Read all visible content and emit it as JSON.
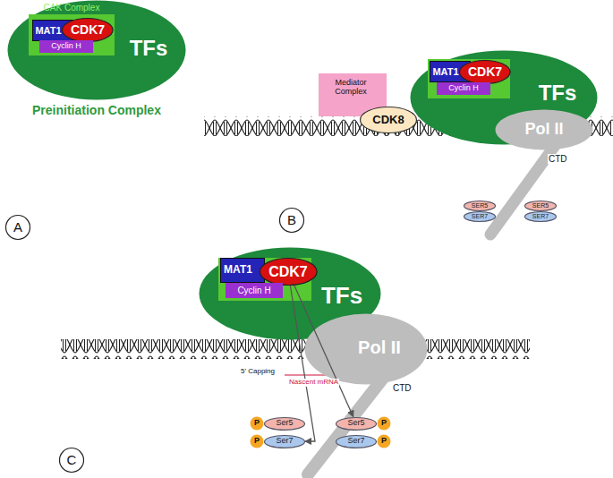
{
  "diagram": {
    "nodes": [
      {
        "text": [
          "TFs",
          "Preinitiation Complex"
        ]
      },
      {
        "text": [
          "CAK Complex"
        ],
        "in": 0
      },
      {
        "text": [
          "MAT1"
        ],
        "in": 1
      },
      {
        "text": [
          "CDK7"
        ],
        "in": 1
      },
      {
        "text": [
          "Cyclin H"
        ],
        "in": 1
      },
      {
        "text": [
          "A"
        ]
      },
      {
        "text": [
          "Mediator Complex"
        ]
      },
      {
        "text": [
          "CDK8"
        ],
        "in": 6
      },
      {
        "text": [
          "TFs"
        ]
      },
      {
        "text": [
          "MAT1"
        ],
        "in": 8
      },
      {
        "text": [
          "CDK7"
        ],
        "in": 8
      },
      {
        "text": [
          "Cyclin H"
        ],
        "in": 8
      },
      {
        "text": [
          "Pol II"
        ]
      },
      {
        "text": [
          "SER5"
        ]
      },
      {
        "text": [
          "SER5"
        ]
      },
      {
        "text": [
          "SER7"
        ]
      },
      {
        "text": [
          "SER7"
        ]
      },
      {
        "text": [
          "B"
        ]
      },
      {
        "text": [
          "TFs"
        ]
      },
      {
        "text": [
          "MAT1"
        ],
        "in": 18
      },
      {
        "text": [
          "CDK7"
        ],
        "in": 18
      },
      {
        "text": [
          "Cyclin H"
        ],
        "in": 18
      },
      {
        "text": [
          "Pol II"
        ]
      },
      {
        "text": [
          "Ser5"
        ]
      },
      {
        "text": [
          "Ser5"
        ]
      },
      {
        "text": [
          "Ser7"
        ]
      },
      {
        "text": [
          "Ser7"
        ]
      },
      {
        "text": [
          "P"
        ]
      },
      {
        "text": [
          "P"
        ]
      },
      {
        "text": [
          "P"
        ]
      },
      {
        "text": [
          "P"
        ]
      },
      {
        "text": [
          "C"
        ]
      }
    ],
    "edges": [
      {
        "from": 20,
        "to": 24,
        "arrow": "to"
      },
      {
        "from": 20,
        "to": 25,
        "arrow": "to"
      }
    ],
    "labels": [
      "CTD",
      "5' Capping",
      "Nascent mRNA",
      "CTD"
    ]
  }
}
